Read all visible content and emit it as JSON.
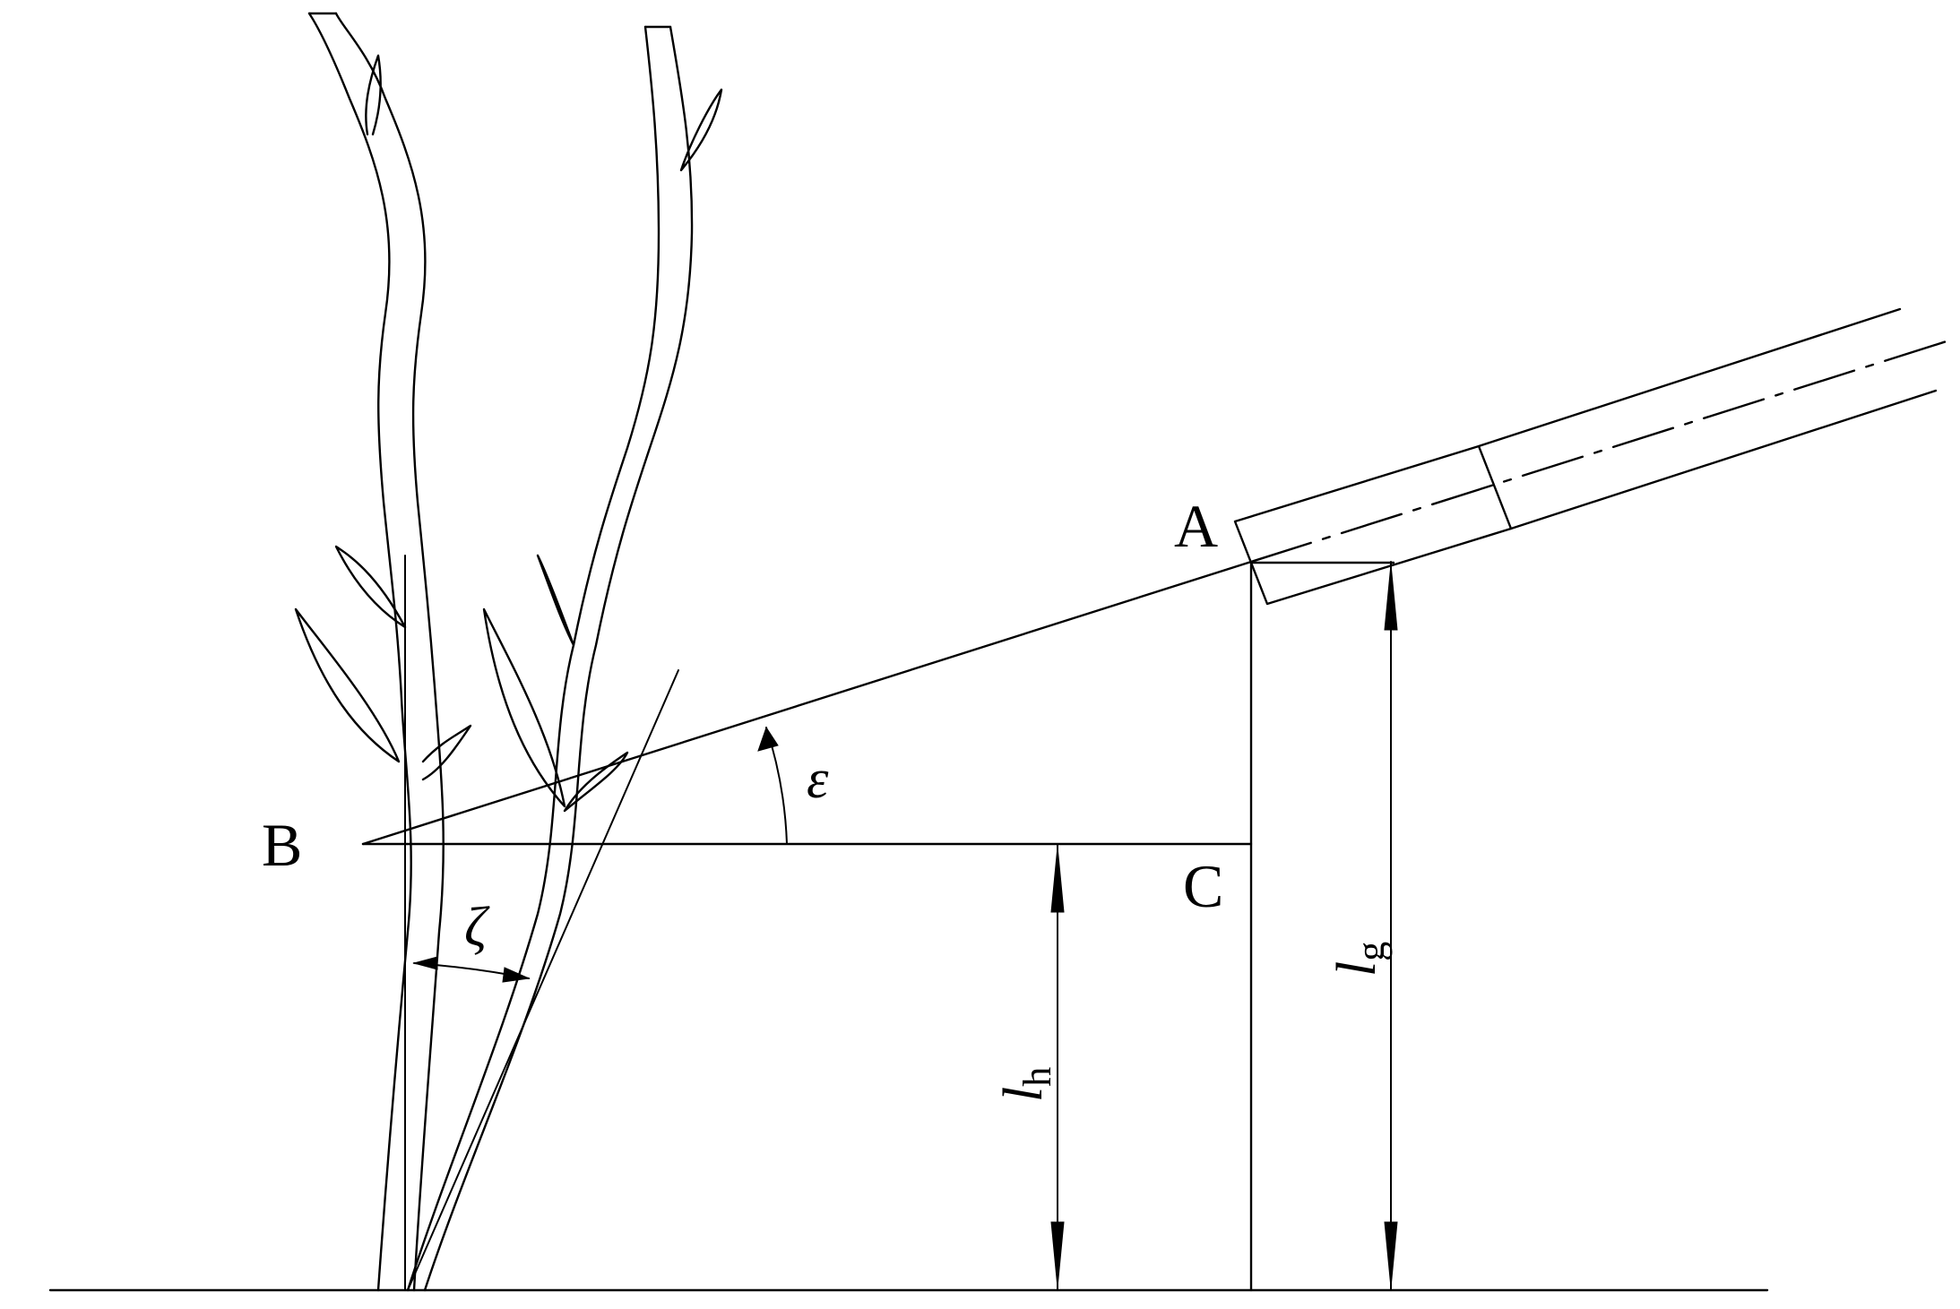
{
  "points": {
    "A": "A",
    "B": "B",
    "C": "C"
  },
  "angles": {
    "epsilon": "ε",
    "zeta": "ζ"
  },
  "dimensions": {
    "lh": {
      "symbol": "l",
      "subscript": "h"
    },
    "lg": {
      "symbol": "l",
      "subscript": "g"
    }
  }
}
